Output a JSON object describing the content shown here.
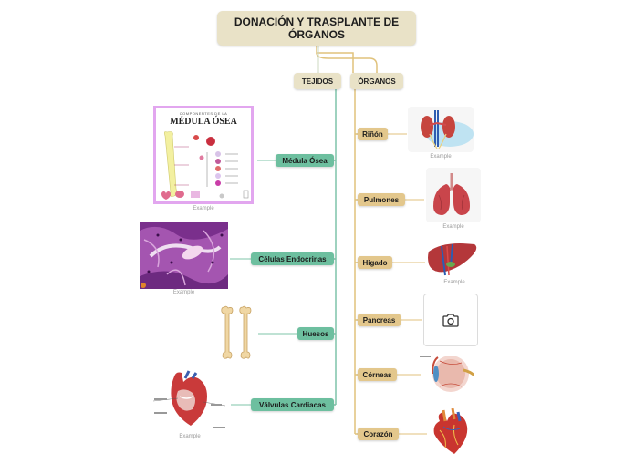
{
  "title": "DONACIÓN Y TRASPLANTE DE ÓRGANOS",
  "branches": {
    "tejidos": "TEJIDOS",
    "organos": "ÓRGANOS"
  },
  "tejidos": [
    {
      "label": "Médula Ósea"
    },
    {
      "label": "Células Endocrinas"
    },
    {
      "label": "Huesos"
    },
    {
      "label": "Válvulas Cardiacas"
    }
  ],
  "organos": [
    {
      "label": "Riñón"
    },
    {
      "label": "Pulmones"
    },
    {
      "label": "Higado"
    },
    {
      "label": "Pancreas"
    },
    {
      "label": "Córneas"
    },
    {
      "label": "Corazón"
    }
  ],
  "captions": {
    "medula": "Example",
    "endocrinas": "Example",
    "valvulas": "Example",
    "rinon": "Example",
    "pulmones": "Example",
    "higado": "Example"
  },
  "medula_card": {
    "header": "COMPONENTES DE LA",
    "title": "MÉDULA ÓSEA"
  },
  "colors": {
    "root_fill": "#e9e2c7",
    "tejidos_node": "#6dbf9f",
    "organos_node": "#e3c78c",
    "tejidos_line": "#7fc4aa",
    "organos_line": "#e0c27c"
  },
  "icons": [
    "camera-icon"
  ]
}
